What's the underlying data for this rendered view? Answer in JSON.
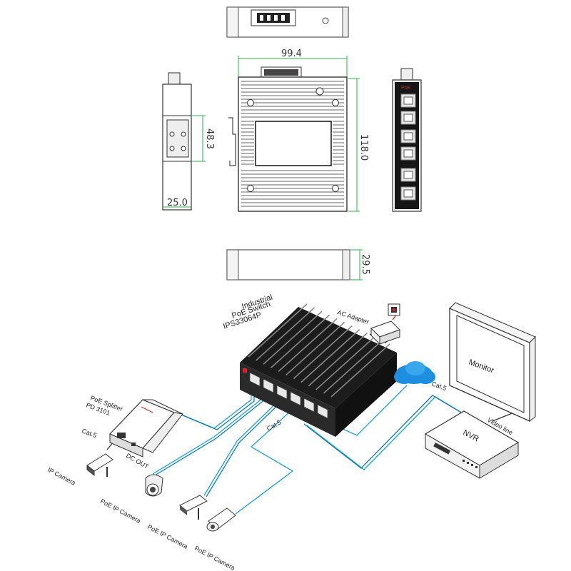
{
  "dimensions": {
    "width_label": "99.4",
    "height_label": "118.0",
    "side_height_label": "48.3",
    "side_width_label": "25.0",
    "depth_label": "29.5"
  },
  "front_panel": {
    "brand_label": "PoE"
  },
  "diagram": {
    "switch_label_line1": "Industrial",
    "switch_label_line2": "PoE Switch",
    "switch_label_line3": "IPS33064P",
    "ac_adapter": "AC Adapter",
    "splitter_line1": "PoE Splitter",
    "splitter_line2": "PD 3101",
    "dc_out": "DC OUT",
    "cat5_left": "Cat.5",
    "cat5_mid": "Cat.5",
    "cat5_right": "Cat.5",
    "monitor": "Monitor",
    "nvr": "NVR",
    "video_line": "Video line",
    "ip_camera": "IP Camera",
    "poe_ip_camera_1": "PoE IP Camera",
    "poe_ip_camera_2": "PoE IP Camera",
    "poe_ip_camera_3": "PoE IP Camera"
  },
  "colors": {
    "accent_cable": "#1aa0d8",
    "cloud": "#1e8fe0",
    "dimension_line": "#2bb24c",
    "switch_body": "#1c1c1c",
    "red_mark": "#d8232a"
  }
}
